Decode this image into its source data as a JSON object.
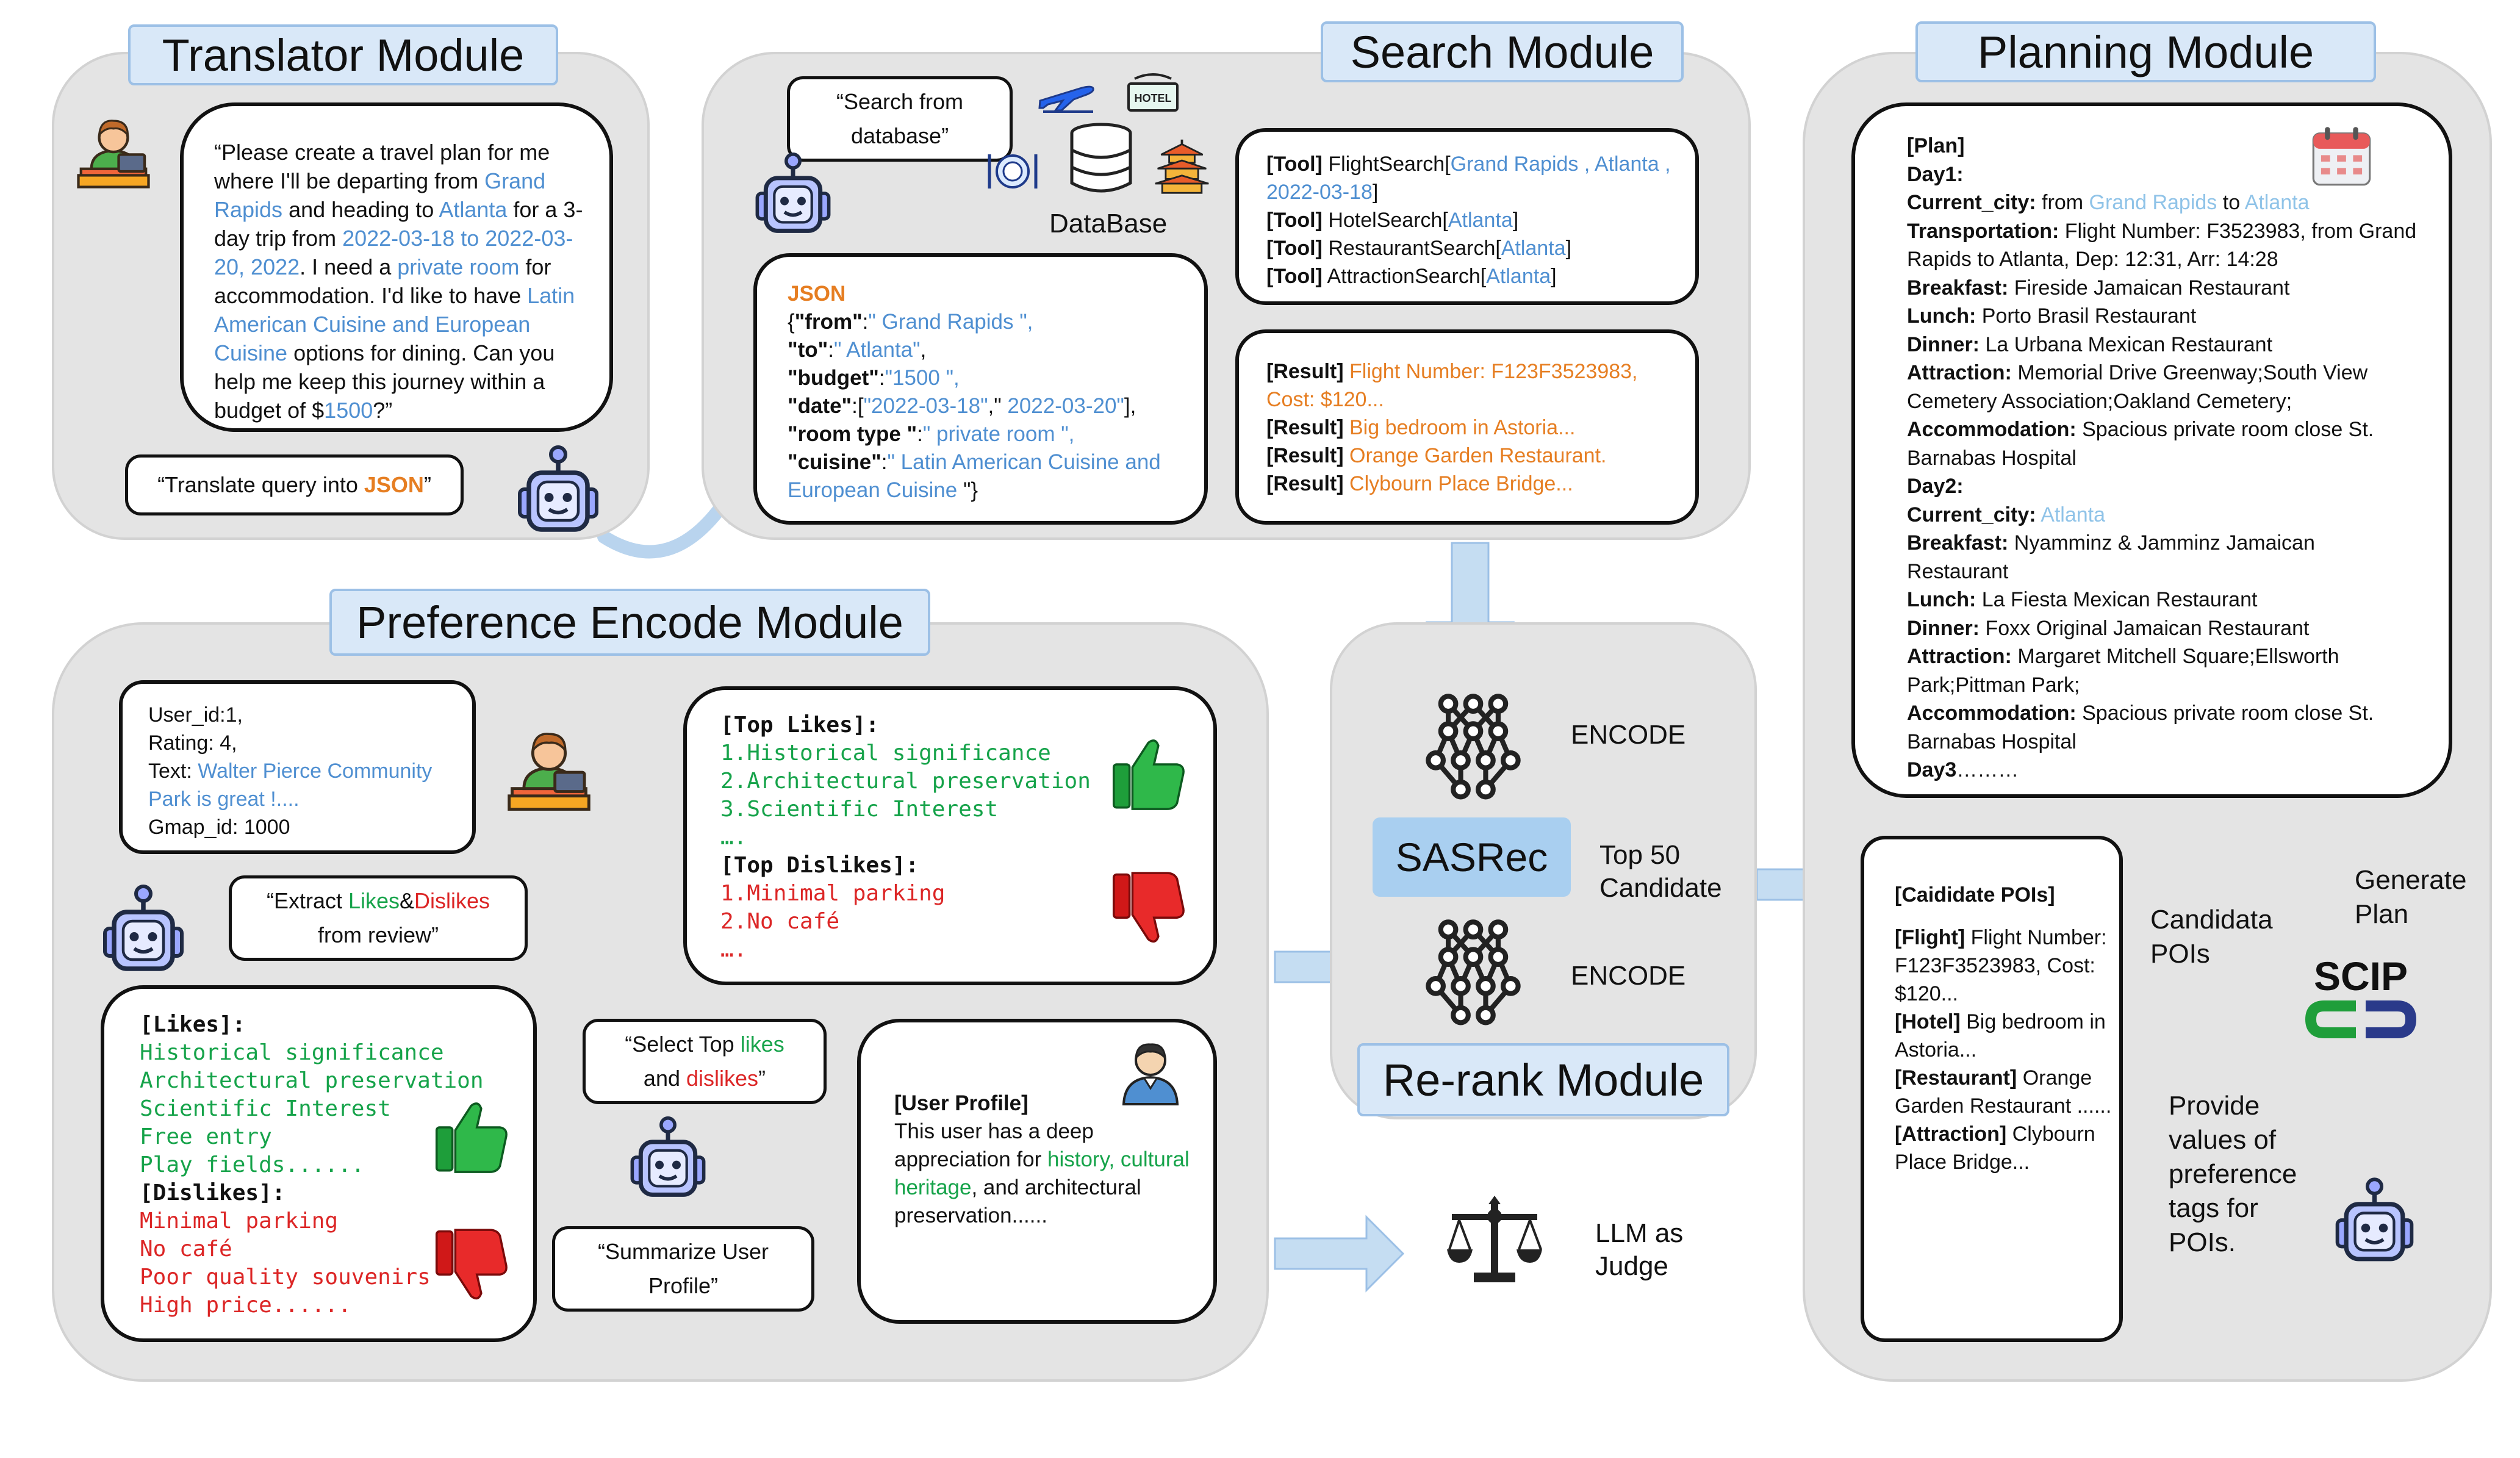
{
  "translator": {
    "title": "Translator Module",
    "query": {
      "p1": "“Please create a travel plan for me where I'll be departing from ",
      "from": "Grand Rapids",
      "p2": " and heading to ",
      "to": "Atlanta",
      "p3": " for a 3-day trip from ",
      "dates": "2022-03-18 to 2022-03-20, 2022",
      "p4": ". I need a ",
      "room": "private room",
      "p5": " for accommodation. I'd like to have ",
      "cuisine": "Latin American Cuisine and European Cuisine",
      "p6": " options for dining. Can you help me keep this journey within a budget of $",
      "budget": "1500",
      "p7": "?”"
    },
    "instruction_pre": "“Translate query into ",
    "instruction_json": "JSON",
    "instruction_post": "”"
  },
  "search": {
    "title": "Search Module",
    "bubble": "“Search from database”",
    "database_label": "DataBase",
    "hotel_sign": "HOTEL",
    "json": {
      "label": "JSON",
      "from_key": "\"from\"",
      "from_val": "\" Grand Rapids \",",
      "to_key": "\"to\"",
      "to_val": "\" Atlanta\"",
      "budget_key": "\"budget\"",
      "budget_val": "\"1500 \",",
      "date_key": "\"date\"",
      "date_val1": "\"2022-03-18\"",
      "date_val2": " 2022-03-20\"",
      "room_key": "\"room type \"",
      "room_val": "\" private room \",",
      "cuisine_key": "\"cuisine\"",
      "cuisine_val": "\" Latin American Cuisine and European Cuisine ",
      "close": "\"}"
    },
    "tools": [
      {
        "tag": "[Tool]",
        "name": " FlightSearch[",
        "args": "Grand Rapids , Atlanta , 2022-03-18",
        "end": "]"
      },
      {
        "tag": "[Tool]",
        "name": " HotelSearch[",
        "args": "Atlanta",
        "end": "]"
      },
      {
        "tag": "[Tool]",
        "name": " RestaurantSearch[",
        "args": "Atlanta",
        "end": "]"
      },
      {
        "tag": "[Tool]",
        "name": " AttractionSearch[",
        "args": "Atlanta",
        "end": "]"
      }
    ],
    "results": [
      {
        "tag": "[Result]",
        "text": " Flight Number: F123F3523983, Cost: $120..."
      },
      {
        "tag": "[Result]",
        "text": " Big bedroom in Astoria..."
      },
      {
        "tag": "[Result]",
        "text": " Orange Garden Restaurant."
      },
      {
        "tag": "[Result]",
        "text": " Clybourn Place Bridge..."
      }
    ]
  },
  "preference": {
    "title": "Preference Encode  Module",
    "review": {
      "user_id": "User_id:1,",
      "rating": "Rating: 4,",
      "text_label": "Text: ",
      "text_val": "Walter Pierce Community Park is great !....",
      "gmap": "Gmap_id: 1000"
    },
    "extract_bubble": {
      "pre": "“Extract ",
      "likes": "Likes",
      "amp": "&",
      "dislikes": "Dislikes",
      "post": " from review”"
    },
    "likes_header": "[Likes]:",
    "likes": [
      "Historical significance",
      "Architectural preservation",
      "Scientific Interest",
      "Free entry",
      "Play fields......"
    ],
    "dislikes_header": "[Dislikes]:",
    "dislikes": [
      "Minimal parking",
      "No café",
      "Poor quality souvenirs",
      "High price......"
    ],
    "select_bubble": {
      "pre": "“Select Top ",
      "likes": "likes",
      "mid": " and ",
      "dislikes": "dislikes",
      "post": "”"
    },
    "top_likes_header": "[Top Likes]:",
    "top_likes": [
      "1.Historical significance",
      "2.Architectural preservation",
      "3.Scientific Interest",
      "…."
    ],
    "top_dislikes_header": "[Top Dislikes]:",
    "top_dislikes": [
      "1.Minimal parking",
      "2.No café",
      "…."
    ],
    "summarize_bubble": "“Summarize User Profile”",
    "profile": {
      "header": "[User Profile]",
      "p1": "This user has a deep appreciation for ",
      "hl": "history, cultural heritage",
      "p2": ", and architectural preservation......"
    }
  },
  "rerank": {
    "title": "Re-rank Module",
    "encode1": "ENCODE",
    "encode2": "ENCODE",
    "sasrec": "SASRec",
    "top50": "Top 50 Candidate"
  },
  "judge": {
    "label": "LLM as Judge"
  },
  "planning": {
    "title": "Planning Module",
    "plan_lines": [
      {
        "b": "[Plan]",
        "t": ""
      },
      {
        "b": "Day1:",
        "t": ""
      },
      {
        "b": "Current_city:",
        "t": " from ",
        "c1": "Grand Rapids",
        "t2": " to ",
        "c2": "Atlanta"
      },
      {
        "b": "Transportation:",
        "t": " Flight Number: F3523983, from Grand Rapids to Atlanta, Dep: 12:31, Arr: 14:28"
      },
      {
        "b": "Breakfast:",
        "t": " Fireside Jamaican Restaurant"
      },
      {
        "b": "Lunch:",
        "t": " Porto Brasil Restaurant"
      },
      {
        "b": "Dinner:",
        "t": " La Urbana Mexican Restaurant"
      },
      {
        "b": "Attraction:",
        "t": " Memorial Drive Greenway;South View Cemetery Association;Oakland Cemetery;"
      },
      {
        "b": "Accommodation:",
        "t": " Spacious private room close St. Barnabas Hospital"
      },
      {
        "b": "Day2:",
        "t": ""
      },
      {
        "b": "Current_city:",
        "t": " ",
        "c1": "Atlanta"
      },
      {
        "b": "Breakfast:",
        "t": " Nyamminz & Jamminz Jamaican Restaurant"
      },
      {
        "b": "Lunch:",
        "t": " La Fiesta Mexican Restaurant"
      },
      {
        "b": "Dinner:",
        "t": " Foxx Original Jamaican Restaurant"
      },
      {
        "b": "Attraction:",
        "t": " Margaret Mitchell Square;Ellsworth Park;Pittman Park;"
      },
      {
        "b": "Accommodation:",
        "t": " Spacious private room close St. Barnabas Hospital"
      },
      {
        "b": "Day3",
        "t": "………"
      }
    ],
    "candidates": [
      {
        "b": "[Caididate POIs]",
        "t": ""
      },
      {
        "b": "[Flight]",
        "t": " Flight Number: F123F3523983, Cost: $120..."
      },
      {
        "b": "[Hotel]",
        "t": " Big bedroom in Astoria..."
      },
      {
        "b": "[Restaurant]",
        "t": " Orange Garden Restaurant ......"
      },
      {
        "b": "[Attraction]",
        "t": " Clybourn Place Bridge..."
      }
    ],
    "candidata_label": "Candidata POIs",
    "generate_label": "Generate Plan",
    "provide_label": "Provide values of preference tags for POIs.",
    "scip_label": "SCIP"
  },
  "colors": {
    "panel_bg": "#e4e4e4",
    "title_bg": "#d9e8f8",
    "arrow": "#c5ddf2",
    "blue_text": "#4f8fd1",
    "orange_text": "#e67e22",
    "green_text": "#16a34a",
    "red_text": "#dc2626"
  },
  "icons": [
    "person-laptop-icon",
    "robot-icon",
    "airplane-icon",
    "hotel-icon",
    "dining-icon",
    "database-icon",
    "pagoda-icon",
    "calendar-icon",
    "thumbs-up-icon",
    "thumbs-down-icon",
    "user-avatar-icon",
    "neural-network-icon",
    "scales-icon",
    "scip-logo-icon"
  ]
}
